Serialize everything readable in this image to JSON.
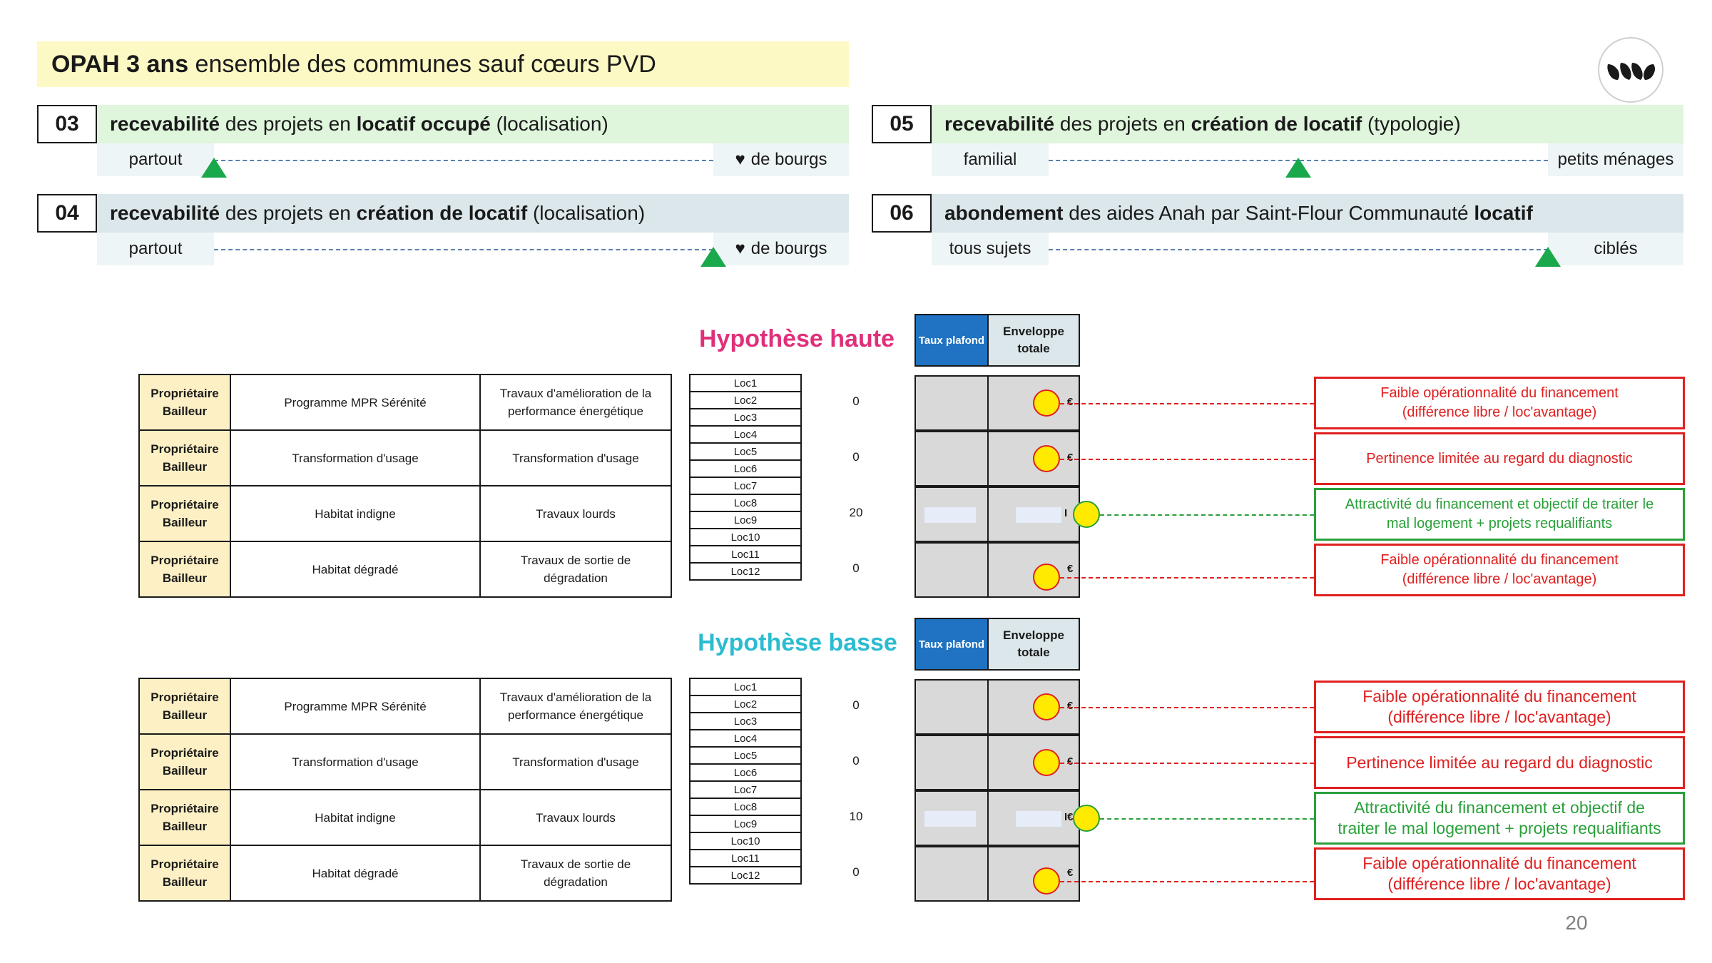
{
  "title": {
    "bold": "OPAH 3 ans",
    "rest": " ensemble des communes sauf cœurs PVD"
  },
  "criteria": [
    {
      "num": "03",
      "t1": "recevabilité",
      "t2": " des projets en ",
      "t3": "locatif occupé",
      "t4": " (localisation)",
      "left_label": "partout",
      "right_label": "de bourgs",
      "position": 0.0
    },
    {
      "num": "04",
      "t1": "recevabilité",
      "t2": " des projets en ",
      "t3": "création de locatif",
      "t4": " (localisation)",
      "left_label": "partout",
      "right_label": "de bourgs",
      "position": 1.0
    },
    {
      "num": "05",
      "t1": "recevabilité",
      "t2": " des projets en ",
      "t3": "création de locatif",
      "t4": " (typologie)",
      "left_label": "familial",
      "right_label": "petits ménages",
      "position": 0.5
    },
    {
      "num": "06",
      "t1": "abondement",
      "t2": " des aides Anah par Saint-Flour Communauté ",
      "t3": "locatif",
      "t4": "",
      "left_label": "tous sujets",
      "right_label": "ciblés",
      "position": 1.0
    }
  ],
  "heart_glyph": "♥",
  "headers": {
    "taux": "Taux plafond",
    "env1": "Enveloppe",
    "env2": "totale"
  },
  "haute": {
    "label": "Hypothèse haute",
    "rows": [
      {
        "owner1": "Propriétaire",
        "owner2": "Bailleur",
        "prog": "Programme MPR Sérénité",
        "work1": "Travaux d'amélioration de la",
        "work2": "performance énergétique",
        "value": "0",
        "status": "red",
        "note1": "Faible opérationnalité du financement",
        "note2": "(différence libre / loc'avantage)"
      },
      {
        "owner1": "Propriétaire",
        "owner2": "Bailleur",
        "prog": "Transformation d'usage",
        "work1": "Transformation d'usage",
        "work2": "",
        "value": "0",
        "status": "red",
        "note1": "Pertinence limitée au regard du diagnostic",
        "note2": ""
      },
      {
        "owner1": "Propriétaire",
        "owner2": "Bailleur",
        "prog": "Habitat indigne",
        "work1": "Travaux lourds",
        "work2": "",
        "value": "20",
        "status": "green",
        "note1": "Attractivité du financement et objectif de traiter le",
        "note2": "mal logement + projets requalifiants"
      },
      {
        "owner1": "Propriétaire",
        "owner2": "Bailleur",
        "prog": "Habitat dégradé",
        "work1": "Travaux de sortie de",
        "work2": "dégradation",
        "value": "0",
        "status": "red",
        "note1": "Faible opérationnalité du financement",
        "note2": "(différence libre / loc'avantage)"
      }
    ],
    "eur_marks": [
      "€",
      "€",
      "I",
      "€"
    ]
  },
  "basse": {
    "label": "Hypothèse basse",
    "rows": [
      {
        "owner1": "Propriétaire",
        "owner2": "Bailleur",
        "prog": "Programme MPR Sérénité",
        "work1": "Travaux d'amélioration de la",
        "work2": "performance énergétique",
        "value": "0",
        "status": "red",
        "note1": "Faible opérationnalité du financement",
        "note2": "(différence libre / loc'avantage)"
      },
      {
        "owner1": "Propriétaire",
        "owner2": "Bailleur",
        "prog": "Transformation d'usage",
        "work1": "Transformation d'usage",
        "work2": "",
        "value": "0",
        "status": "red",
        "note1": "Pertinence limitée au regard du diagnostic",
        "note2": ""
      },
      {
        "owner1": "Propriétaire",
        "owner2": "Bailleur",
        "prog": "Habitat indigne",
        "work1": "Travaux lourds",
        "work2": "",
        "value": "10",
        "status": "green",
        "note1": "Attractivité du financement et objectif de",
        "note2": "traiter le mal logement + projets requalifiants"
      },
      {
        "owner1": "Propriétaire",
        "owner2": "Bailleur",
        "prog": "Habitat dégradé",
        "work1": "Travaux de sortie de",
        "work2": "dégradation",
        "value": "0",
        "status": "red",
        "note1": "Faible opérationnalité du financement",
        "note2": "(différence libre / loc'avantage)"
      }
    ],
    "eur_marks": [
      "€",
      "€",
      "I€",
      "€"
    ]
  },
  "loc_labels": [
    "Loc1",
    "Loc2",
    "Loc3",
    "Loc4",
    "Loc5",
    "Loc6",
    "Loc7",
    "Loc8",
    "Loc9",
    "Loc10",
    "Loc11",
    "Loc12"
  ],
  "page_number": "20",
  "colors": {
    "red": "#e02020",
    "green": "#2aa03a",
    "blue_header": "#1f73c2",
    "pink": "#e0307a",
    "cyan": "#2bbcd0"
  }
}
